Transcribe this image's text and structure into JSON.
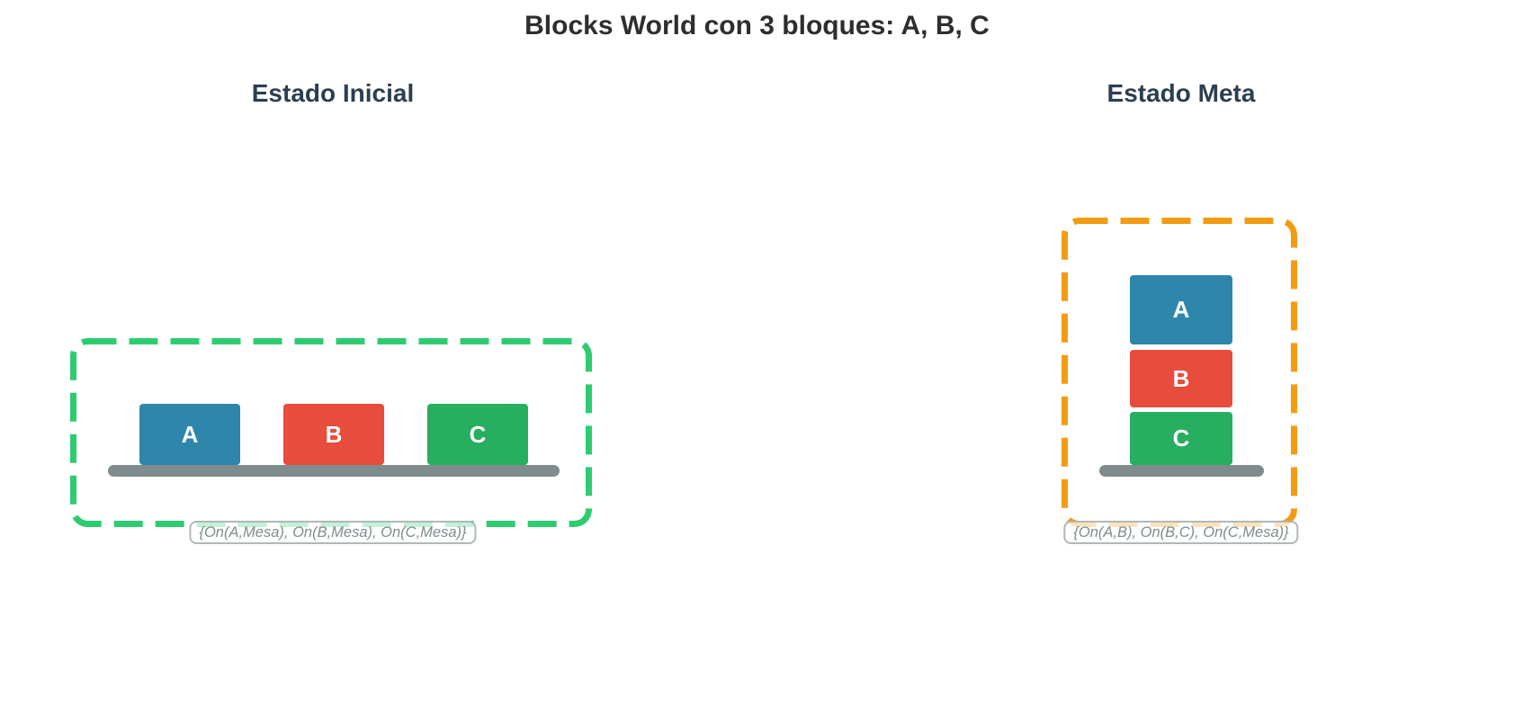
{
  "title": "Blocks World con 3 bloques: A, B, C",
  "colors": {
    "title_text": "#2e2e2e",
    "heading_text": "#2c3e50",
    "block_a": "#2e86ab",
    "block_b": "#e74c3c",
    "block_c": "#27ae60",
    "table_surface": "#7f8c8d",
    "initial_boundary": "#2ecc71",
    "goal_boundary": "#f39c12",
    "predicates_text": "#7f8c8d",
    "predicates_border": "#b0b8ba",
    "block_label_text": "#ffffff"
  },
  "initial": {
    "heading": "Estado Inicial",
    "predicates": "{On(A,Mesa), On(B,Mesa), On(C,Mesa)}",
    "blocks": [
      {
        "label": "A",
        "color": "#2e86ab"
      },
      {
        "label": "B",
        "color": "#e74c3c"
      },
      {
        "label": "C",
        "color": "#27ae60"
      }
    ]
  },
  "goal": {
    "heading": "Estado Meta",
    "predicates": "{On(A,B), On(B,C), On(C,Mesa)}",
    "blocks": [
      {
        "label": "A",
        "color": "#2e86ab"
      },
      {
        "label": "B",
        "color": "#e74c3c"
      },
      {
        "label": "C",
        "color": "#27ae60"
      }
    ]
  }
}
